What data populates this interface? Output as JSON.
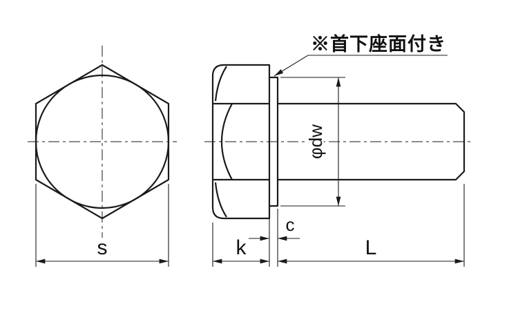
{
  "drawing": {
    "annotation_note": "※首下座面付き",
    "dimensions": {
      "width_across_flats": "s",
      "head_height": "k",
      "washer_face_thickness": "c",
      "shank_length": "L",
      "washer_face_diameter": "φdw"
    },
    "colors": {
      "line": "#1a1a1a",
      "background": "#ffffff"
    }
  }
}
